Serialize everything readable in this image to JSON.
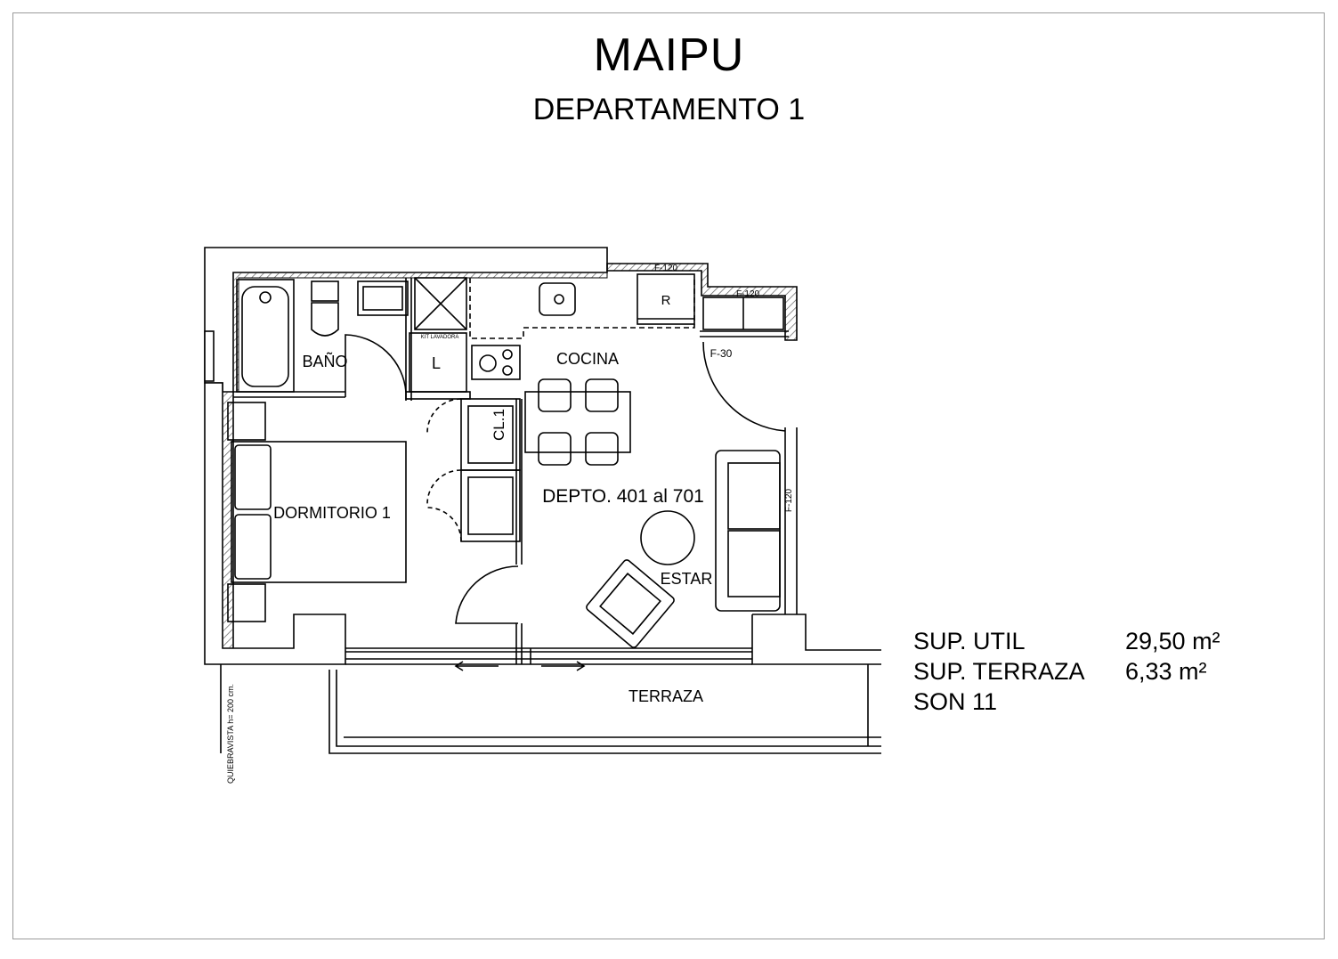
{
  "header": {
    "title": "MAIPU",
    "subtitle": "DEPARTAMENTO 1"
  },
  "rooms": {
    "bath": "BAÑO",
    "laundry": "L",
    "laundry_kit": "KIT LAVADORA",
    "kitchen": "COCINA",
    "fridge": "R",
    "closet": "CL.1",
    "bedroom": "DORMITORIO 1",
    "unit_range": "DEPTO. 401 al 701",
    "living": "ESTAR",
    "terrace": "TERRAZA"
  },
  "windows": {
    "kitchen_top": "F-120",
    "kitchen_right": "F-120",
    "small": "F-30",
    "living_side": "F-120"
  },
  "notes": {
    "railing": "QUIEBRAVISTA h= 200 cm."
  },
  "areas": {
    "rows": [
      {
        "label": "SUP. UTIL",
        "value": "29,50 m²"
      },
      {
        "label": "SUP. TERRAZA",
        "value": "6,33 m²"
      },
      {
        "label": "SON 11",
        "value": ""
      }
    ]
  }
}
